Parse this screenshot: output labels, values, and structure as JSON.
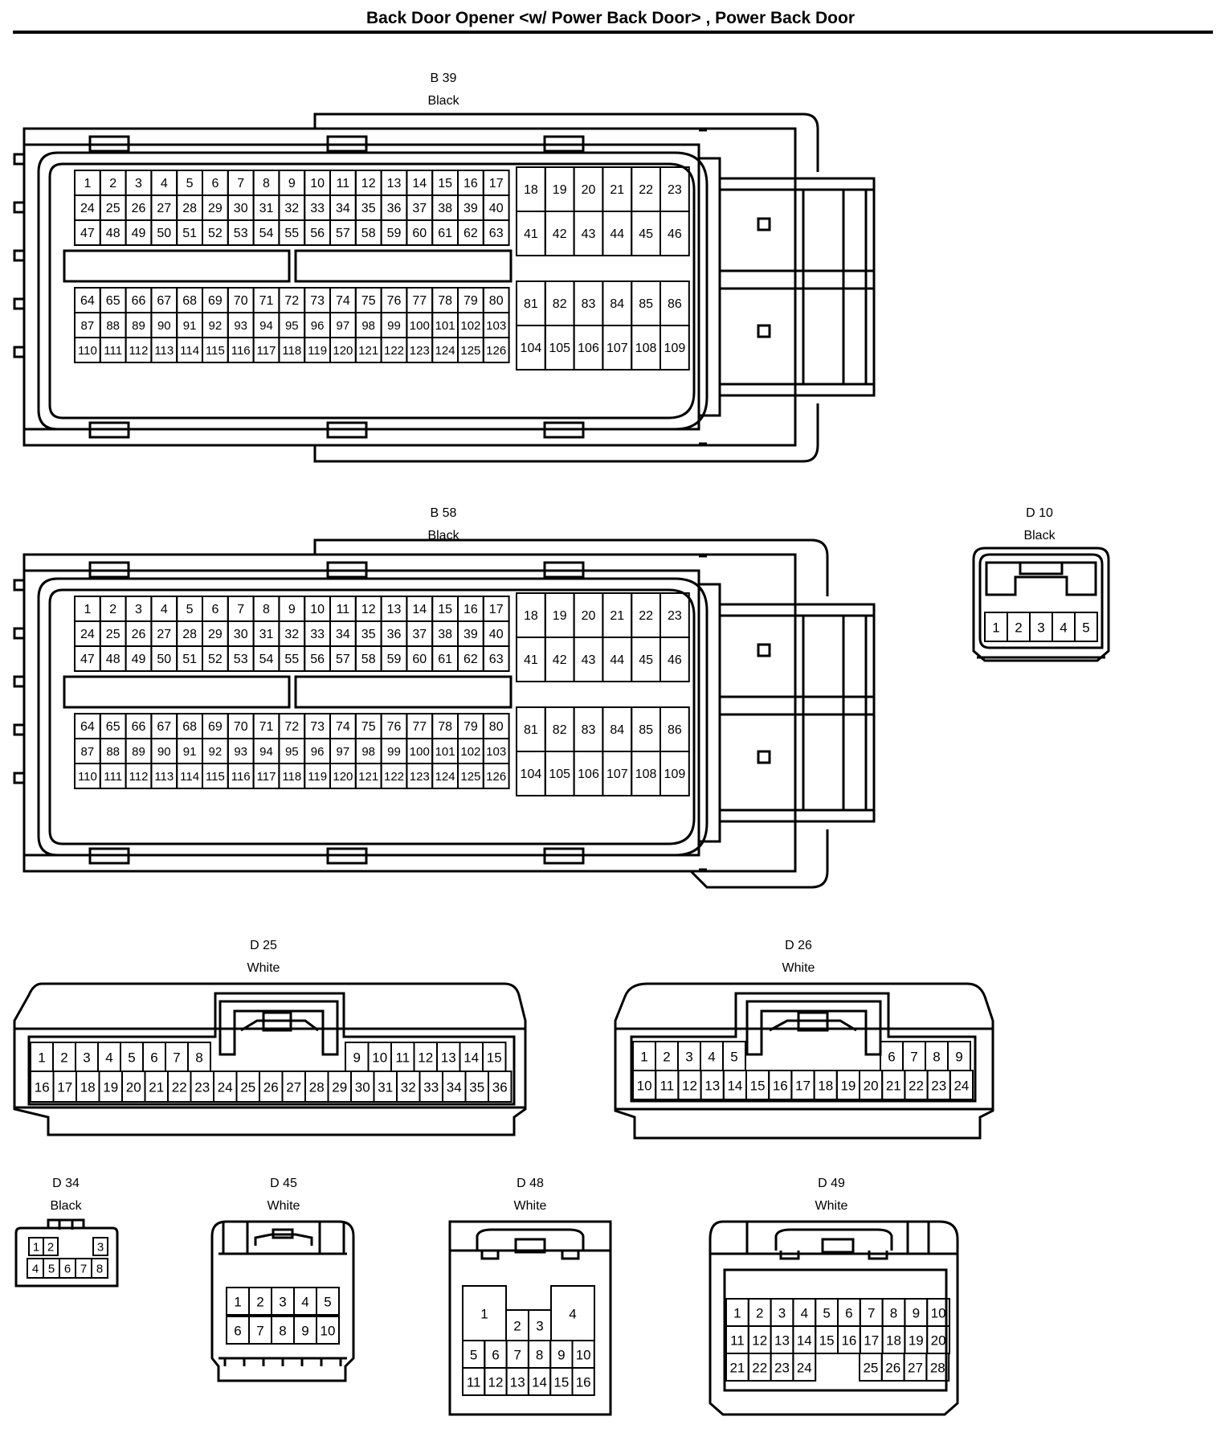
{
  "title": "Back Door Opener <w/ Power Back Door> , Power Back Door",
  "connectors": [
    {
      "id": "B 39",
      "color": "Black"
    },
    {
      "id": "B 58",
      "color": "Black"
    },
    {
      "id": "D 10",
      "color": "Black"
    },
    {
      "id": "D 25",
      "color": "White"
    },
    {
      "id": "D 26",
      "color": "White"
    },
    {
      "id": "D 34",
      "color": "Black"
    },
    {
      "id": "D 45",
      "color": "White"
    },
    {
      "id": "D 48",
      "color": "White"
    },
    {
      "id": "D 49",
      "color": "White"
    }
  ],
  "pins": {
    "ecu_left": [
      [
        1,
        2,
        3,
        4,
        5,
        6,
        7,
        8,
        9,
        10,
        11,
        12,
        13,
        14,
        15,
        16,
        17
      ],
      [
        24,
        25,
        26,
        27,
        28,
        29,
        30,
        31,
        32,
        33,
        34,
        35,
        36,
        37,
        38,
        39,
        40
      ],
      [
        47,
        48,
        49,
        50,
        51,
        52,
        53,
        54,
        55,
        56,
        57,
        58,
        59,
        60,
        61,
        62,
        63
      ],
      [
        64,
        65,
        66,
        67,
        68,
        69,
        70,
        71,
        72,
        73,
        74,
        75,
        76,
        77,
        78,
        79,
        80
      ],
      [
        87,
        88,
        89,
        90,
        91,
        92,
        93,
        94,
        95,
        96,
        97,
        98,
        99,
        100,
        101,
        102,
        103
      ],
      [
        110,
        111,
        112,
        113,
        114,
        115,
        116,
        117,
        118,
        119,
        120,
        121,
        122,
        123,
        124,
        125,
        126
      ]
    ],
    "ecu_right": [
      [
        18,
        19,
        20,
        21,
        22,
        23
      ],
      [
        41,
        42,
        43,
        44,
        45,
        46
      ],
      [
        81,
        82,
        83,
        84,
        85,
        86
      ],
      [
        104,
        105,
        106,
        107,
        108,
        109
      ]
    ],
    "D10": [
      1,
      2,
      3,
      4,
      5
    ],
    "D25": {
      "row1_left": [
        1,
        2,
        3,
        4,
        5,
        6,
        7,
        8
      ],
      "row1_right": [
        9,
        10,
        11,
        12,
        13,
        14,
        15
      ],
      "row2": [
        16,
        17,
        18,
        19,
        20,
        21,
        22,
        23,
        24,
        25,
        26,
        27,
        28,
        29,
        30,
        31,
        32,
        33,
        34,
        35,
        36
      ]
    },
    "D26": {
      "row1_left": [
        1,
        2,
        3,
        4,
        5
      ],
      "row1_right": [
        6,
        7,
        8,
        9
      ],
      "row2": [
        10,
        11,
        12,
        13,
        14,
        15,
        16,
        17,
        18,
        19,
        20,
        21,
        22,
        23,
        24
      ]
    },
    "D34": {
      "top": [
        1,
        2,
        3
      ],
      "bottom": [
        4,
        5,
        6,
        7,
        8
      ]
    },
    "D45": {
      "row1": [
        1,
        2,
        3,
        4,
        5
      ],
      "row2": [
        6,
        7,
        8,
        9,
        10
      ]
    },
    "D48": {
      "large": [
        1,
        2,
        3,
        4
      ],
      "row1": [
        5,
        6,
        7,
        8,
        9,
        10
      ],
      "row2": [
        11,
        12,
        13,
        14,
        15,
        16
      ]
    },
    "D49": {
      "row1": [
        1,
        2,
        3,
        4,
        5,
        6,
        7,
        8,
        9,
        10
      ],
      "row2": [
        11,
        12,
        13,
        14,
        15,
        16,
        17,
        18,
        19,
        20
      ],
      "row3_left": [
        21,
        22,
        23,
        24
      ],
      "row3_right": [
        25,
        26,
        27,
        28
      ]
    }
  }
}
